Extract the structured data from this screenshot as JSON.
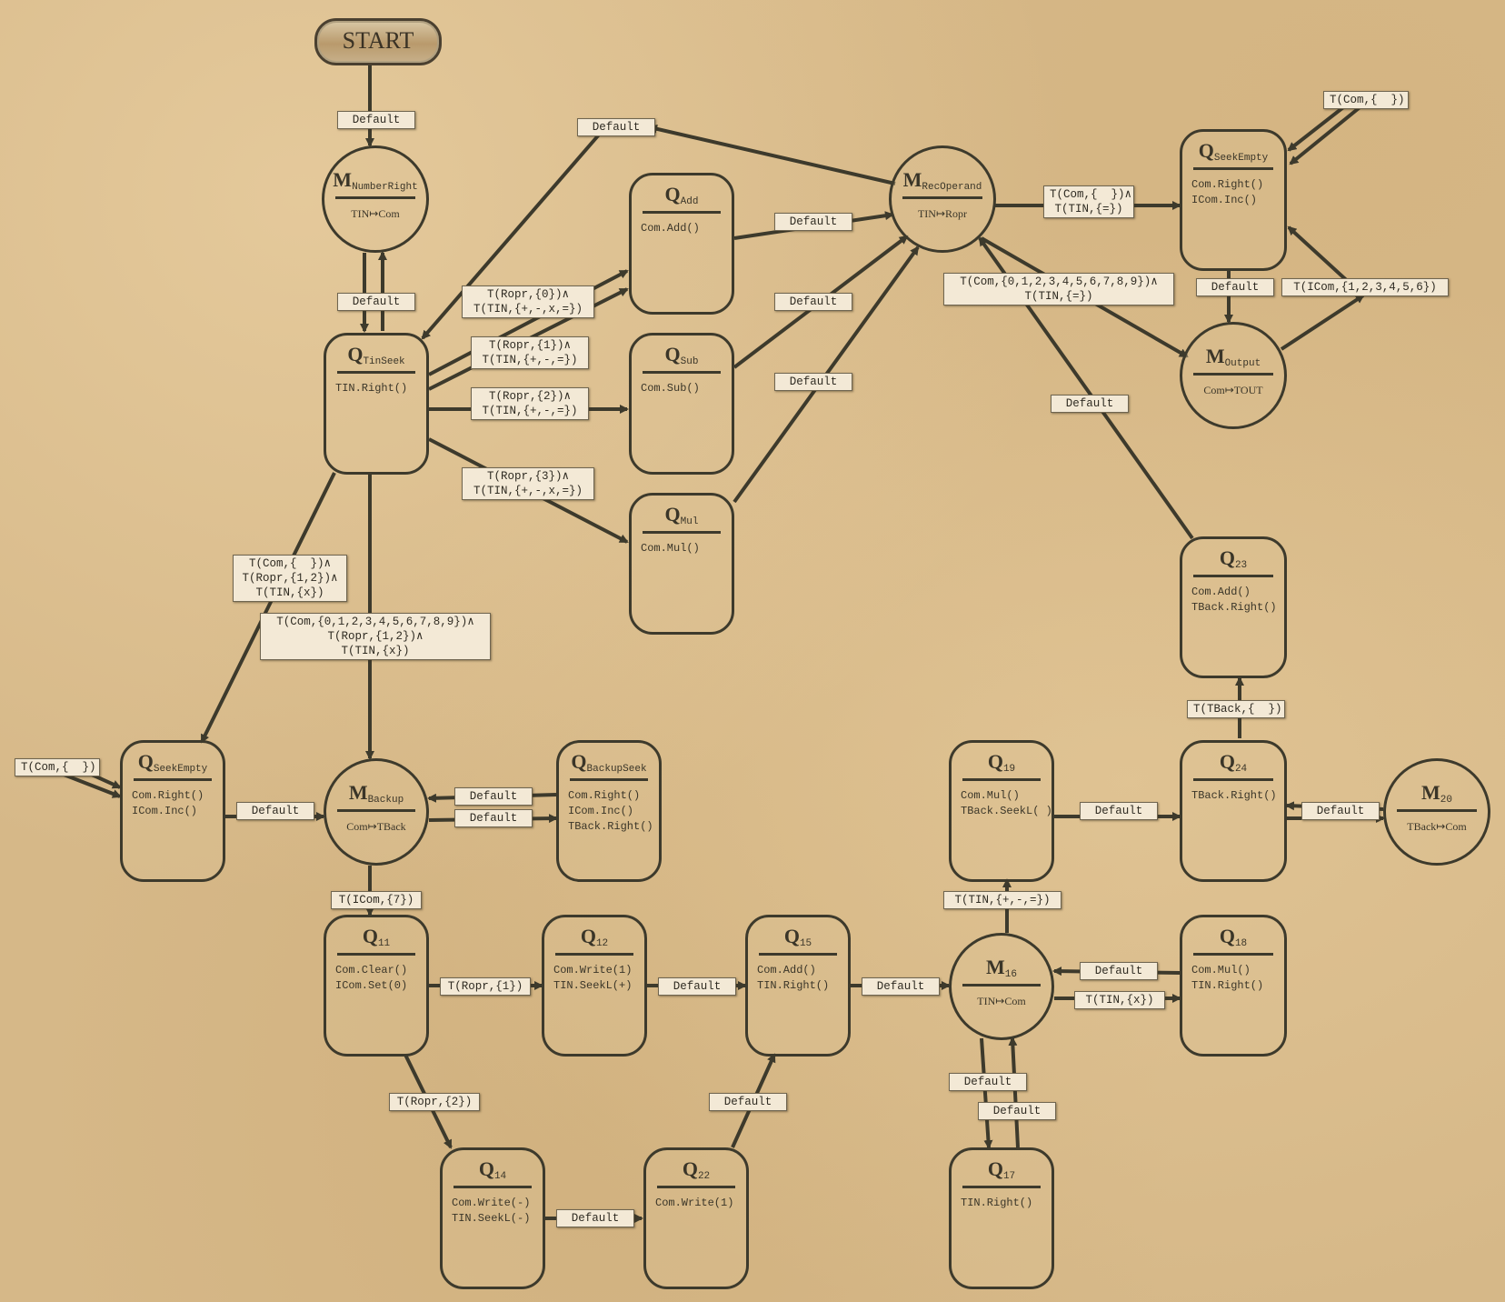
{
  "start": {
    "label": "START"
  },
  "nodes": {
    "m_numberright": {
      "kind": "M",
      "name": "NumberRight",
      "action": "TIN↦Com"
    },
    "q_tinseek": {
      "kind": "Q",
      "name": "TinSeek",
      "actions": "TIN.Right()"
    },
    "q_add": {
      "kind": "Q",
      "name": "Add",
      "actions": "Com.Add()"
    },
    "q_sub": {
      "kind": "Q",
      "name": "Sub",
      "actions": "Com.Sub()"
    },
    "q_mul": {
      "kind": "Q",
      "name": "Mul",
      "actions": "Com.Mul()"
    },
    "m_recoperand": {
      "kind": "M",
      "name": "RecOperand",
      "action": "TIN↦Ropr"
    },
    "q_seekempty_top": {
      "kind": "Q",
      "name": "SeekEmpty",
      "actions": "Com.Right()\nICom.Inc()"
    },
    "m_output": {
      "kind": "M",
      "name": "Output",
      "action": "Com↦TOUT"
    },
    "q23": {
      "kind": "Q",
      "name": "23",
      "actions": "Com.Add()\nTBack.Right()"
    },
    "q_seekempty_left": {
      "kind": "Q",
      "name": "SeekEmpty",
      "actions": "Com.Right()\nICom.Inc()"
    },
    "m_backup": {
      "kind": "M",
      "name": "Backup",
      "action": "Com↦TBack"
    },
    "q_backupseek": {
      "kind": "Q",
      "name": "BackupSeek",
      "actions": "Com.Right()\nICom.Inc()\nTBack.Right()"
    },
    "q19": {
      "kind": "Q",
      "name": "19",
      "actions": "Com.Mul()\nTBack.SeekL( )"
    },
    "q24": {
      "kind": "Q",
      "name": "24",
      "actions": "TBack.Right()"
    },
    "m20": {
      "kind": "M",
      "name": "20",
      "action": "TBack↦Com"
    },
    "q11": {
      "kind": "Q",
      "name": "11",
      "actions": "Com.Clear()\nICom.Set(0)"
    },
    "q12": {
      "kind": "Q",
      "name": "12",
      "actions": "Com.Write(1)\nTIN.SeekL(+)"
    },
    "q15": {
      "kind": "Q",
      "name": "15",
      "actions": "Com.Add()\nTIN.Right()"
    },
    "m16": {
      "kind": "M",
      "name": "16",
      "action": "TIN↦Com"
    },
    "q18": {
      "kind": "Q",
      "name": "18",
      "actions": "Com.Mul()\nTIN.Right()"
    },
    "q14": {
      "kind": "Q",
      "name": "14",
      "actions": "Com.Write(-)\nTIN.SeekL(-)"
    },
    "q22": {
      "kind": "Q",
      "name": "22",
      "actions": "Com.Write(1)"
    },
    "q17": {
      "kind": "Q",
      "name": "17",
      "actions": "TIN.Right()"
    }
  },
  "labels": {
    "l_start_default": "Default",
    "l_top_default": "Default",
    "l_nr_default": "Default",
    "l_r0": "T(Ropr,{0})∧\nT(TIN,{+,-,x,=})",
    "l_r1": "T(Ropr,{1})∧\nT(TIN,{+,-,=})",
    "l_r2": "T(Ropr,{2})∧\nT(TIN,{+,-,=})",
    "l_r3": "T(Ropr,{3})∧\nT(TIN,{+,-,x,=})",
    "l_add_default": "Default",
    "l_sub_default": "Default",
    "l_mul_default": "Default",
    "l_rec_seek": "T(Com,{  })∧\nT(TIN,{=})",
    "l_rec_output": "T(Com,{0,1,2,3,4,5,6,7,8,9})∧\nT(TIN,{=})",
    "l_seek_selfloop": "T(Com,{  })",
    "l_seek_output_default": "Default",
    "l_output_seek": "T(ICom,{1,2,3,4,5,6})",
    "l_q23_default": "Default",
    "l_tin_seekleft": "T(Com,{  })∧\nT(Ropr,{1,2})∧\nT(TIN,{x})",
    "l_tin_backup": "T(Com,{0,1,2,3,4,5,6,7,8,9})∧\nT(Ropr,{1,2})∧\nT(TIN,{x})",
    "l_seekleft_selfloop": "T(Com,{  })",
    "l_seekleft_backup": "Default",
    "l_backupseek_backup": "Default",
    "l_backup_backupseek": "Default",
    "l_backup_q11": "T(ICom,{7})",
    "l_q11_q12": "T(Ropr,{1})",
    "l_q12_q15": "Default",
    "l_q15_m16": "Default",
    "l_m16_q19": "T(TIN,{+,-,=})",
    "l_q18_m16": "Default",
    "l_m16_q18": "T(TIN,{x})",
    "l_q19_q24": "Default",
    "l_q24_q23": "T(TBack,{  })",
    "l_m20_q24": "Default",
    "l_q11_q14": "T(Ropr,{2})",
    "l_q14_q22": "Default",
    "l_q22_q15": "Default",
    "l_m16_q17": "Default",
    "l_q17_m16": "Default"
  }
}
